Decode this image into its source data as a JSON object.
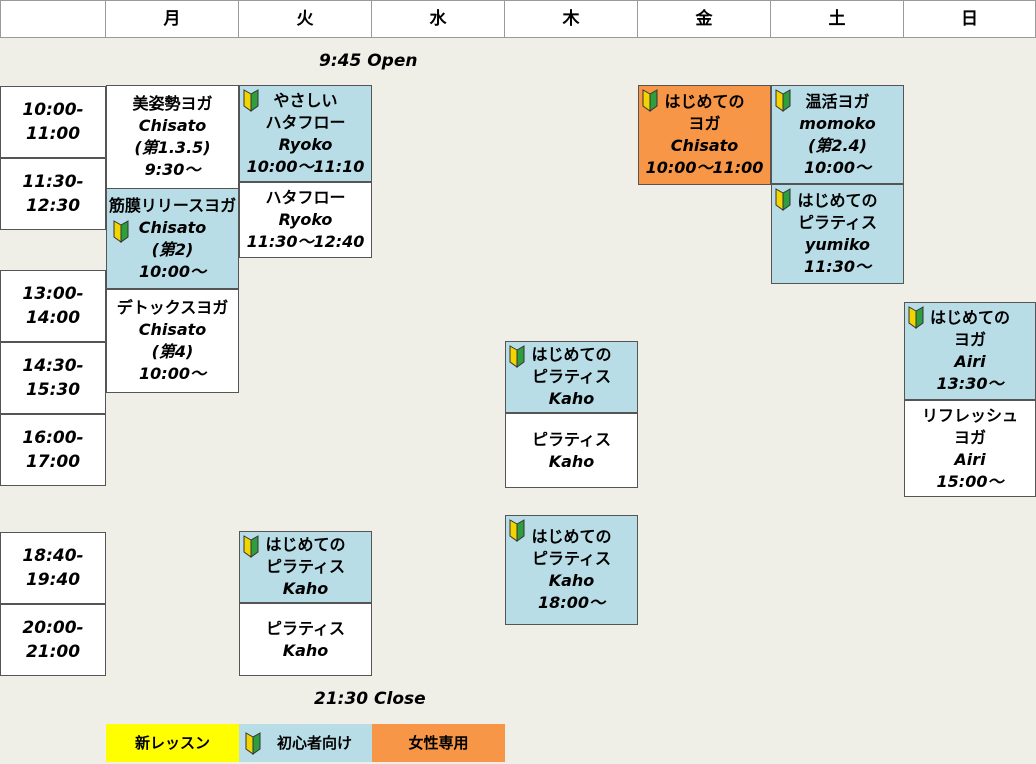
{
  "days": [
    "月",
    "火",
    "水",
    "木",
    "金",
    "土",
    "日"
  ],
  "open_label": "9:45  Open",
  "close_label": "21:30 Close",
  "times": [
    [
      "10:00-",
      "11:00"
    ],
    [
      "11:30-",
      "12:30"
    ],
    [
      "13:00-",
      "14:00"
    ],
    [
      "14:30-",
      "15:30"
    ],
    [
      "16:00-",
      "17:00"
    ],
    [
      "18:40-",
      "19:40"
    ],
    [
      "20:00-",
      "21:00"
    ]
  ],
  "classes": [
    {
      "day": "月",
      "color": "white",
      "beginner": false,
      "lines": [
        {
          "t": "美姿勢ヨガ",
          "i": false
        },
        {
          "t": "Chisato",
          "i": true
        },
        {
          "t": "(第1.3.5)",
          "i": true
        },
        {
          "t": "9:30～",
          "i": true
        }
      ]
    },
    {
      "day": "月",
      "color": "blue",
      "beginner": true,
      "lines": [
        {
          "t": "筋膜リリースヨガ",
          "i": false
        },
        {
          "t": "Chisato",
          "i": true
        },
        {
          "t": "(第2)",
          "i": true
        },
        {
          "t": "10:00～",
          "i": true
        }
      ]
    },
    {
      "day": "月",
      "color": "white",
      "beginner": false,
      "lines": [
        {
          "t": "デトックスヨガ",
          "i": false
        },
        {
          "t": "Chisato",
          "i": true
        },
        {
          "t": "(第4)",
          "i": true
        },
        {
          "t": "10:00～",
          "i": true
        }
      ]
    },
    {
      "day": "火",
      "color": "blue",
      "beginner": true,
      "lines": [
        {
          "t": "やさしい",
          "i": false
        },
        {
          "t": "ハタフロー",
          "i": false
        },
        {
          "t": "Ryoko",
          "i": true
        },
        {
          "t": "10:00～11:10",
          "i": true
        }
      ]
    },
    {
      "day": "火",
      "color": "white",
      "beginner": false,
      "lines": [
        {
          "t": "ハタフロー",
          "i": false
        },
        {
          "t": "Ryoko",
          "i": true
        },
        {
          "t": "11:30～12:40",
          "i": true
        }
      ]
    },
    {
      "day": "火",
      "color": "blue",
      "beginner": true,
      "lines": [
        {
          "t": "はじめての",
          "i": false
        },
        {
          "t": "ピラティス",
          "i": false
        },
        {
          "t": "Kaho",
          "i": true
        }
      ]
    },
    {
      "day": "火",
      "color": "white",
      "beginner": false,
      "lines": [
        {
          "t": "ピラティス",
          "i": false
        },
        {
          "t": "Kaho",
          "i": true
        }
      ]
    },
    {
      "day": "木",
      "color": "blue",
      "beginner": true,
      "lines": [
        {
          "t": "はじめての",
          "i": false
        },
        {
          "t": "ピラティス",
          "i": false
        },
        {
          "t": "Kaho",
          "i": true
        }
      ]
    },
    {
      "day": "木",
      "color": "white",
      "beginner": false,
      "lines": [
        {
          "t": "ピラティス",
          "i": false
        },
        {
          "t": "Kaho",
          "i": true
        }
      ]
    },
    {
      "day": "木",
      "color": "blue",
      "beginner": true,
      "lines": [
        {
          "t": "はじめての",
          "i": false
        },
        {
          "t": "ピラティス",
          "i": false
        },
        {
          "t": "Kaho",
          "i": true
        },
        {
          "t": "18:00～",
          "i": true
        }
      ]
    },
    {
      "day": "金",
      "color": "orange",
      "beginner": true,
      "lines": [
        {
          "t": "はじめての",
          "i": false
        },
        {
          "t": "ヨガ",
          "i": false
        },
        {
          "t": "Chisato",
          "i": true
        },
        {
          "t": "10:00～11:00",
          "i": true
        }
      ]
    },
    {
      "day": "土",
      "color": "blue",
      "beginner": true,
      "lines": [
        {
          "t": "温活ヨガ",
          "i": false
        },
        {
          "t": "momoko",
          "i": true
        },
        {
          "t": "(第2.4)",
          "i": true
        },
        {
          "t": "10:00～",
          "i": true
        }
      ]
    },
    {
      "day": "土",
      "color": "blue",
      "beginner": true,
      "lines": [
        {
          "t": "はじめての",
          "i": false
        },
        {
          "t": "ピラティス",
          "i": false
        },
        {
          "t": "yumiko",
          "i": true
        },
        {
          "t": "11:30～",
          "i": true
        }
      ]
    },
    {
      "day": "日",
      "color": "blue",
      "beginner": true,
      "lines": [
        {
          "t": "はじめての",
          "i": false
        },
        {
          "t": "ヨガ",
          "i": false
        },
        {
          "t": "Airi",
          "i": true
        },
        {
          "t": "13:30～",
          "i": true
        }
      ]
    },
    {
      "day": "日",
      "color": "white",
      "beginner": false,
      "lines": [
        {
          "t": "リフレッシュ",
          "i": false
        },
        {
          "t": "ヨガ",
          "i": false
        },
        {
          "t": "Airi",
          "i": true
        },
        {
          "t": "15:00～",
          "i": true
        }
      ]
    }
  ],
  "legend": [
    {
      "label": "新レッスン",
      "color": "yellow",
      "beginner": false
    },
    {
      "label": "初心者向け",
      "color": "blue",
      "beginner": true
    },
    {
      "label": "女性専用",
      "color": "orange",
      "beginner": false
    }
  ],
  "colors": {
    "blue": "#b9dde7",
    "orange": "#f79646",
    "yellow": "#ffff00",
    "white": "#ffffff",
    "background": "#efefe8"
  },
  "beginner_icon": "beginner-leaf-icon"
}
